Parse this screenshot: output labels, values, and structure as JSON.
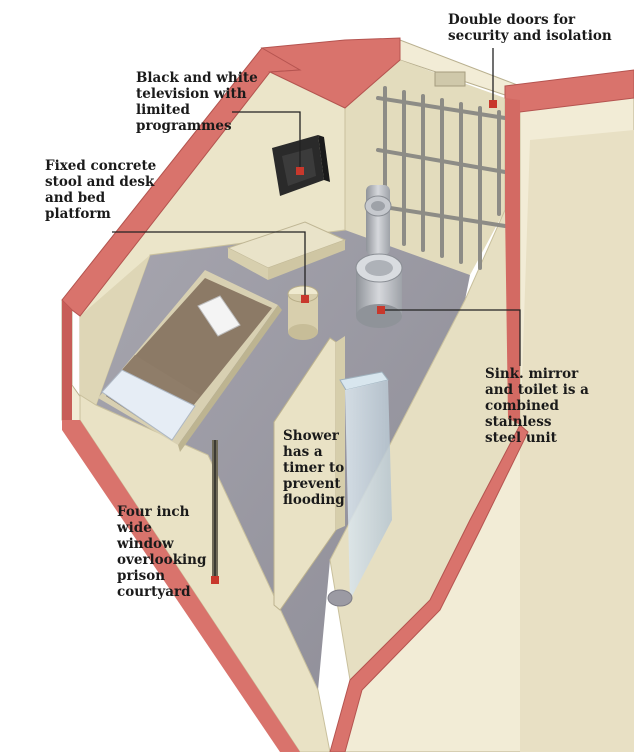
{
  "labels": {
    "doors": "Double doors for\nsecurity and isolation",
    "tv": "Black and white\ntelevision  with\nlimited\nprogrammes",
    "stool": "Fixed concrete\nstool and desk\nand bed\nplatform",
    "sink": "Sink. mirror\nand toilet is a\ncombined\nstainless\nsteel unit",
    "shower": "Shower\nhas a\ntimer to\nprevent\nflooding",
    "window": "Four inch\nwide\nwindow\noverlooking\nprison\ncourtyard"
  },
  "colors": {
    "wall_top": "#d9736c",
    "wall_top_dark": "#c75d57",
    "outer_wall": "#f2ecd6",
    "outer_wall_shade": "#e6dec2",
    "inner_wall": "#e9e3c6",
    "floor": "#9b9aa3",
    "floor_light": "#b3b2ba",
    "bed_cover": "#8c7a66",
    "pillow": "#e6edf5",
    "steel": "#b9bcc2",
    "marker": "#c8382c",
    "leader": "#222222"
  }
}
